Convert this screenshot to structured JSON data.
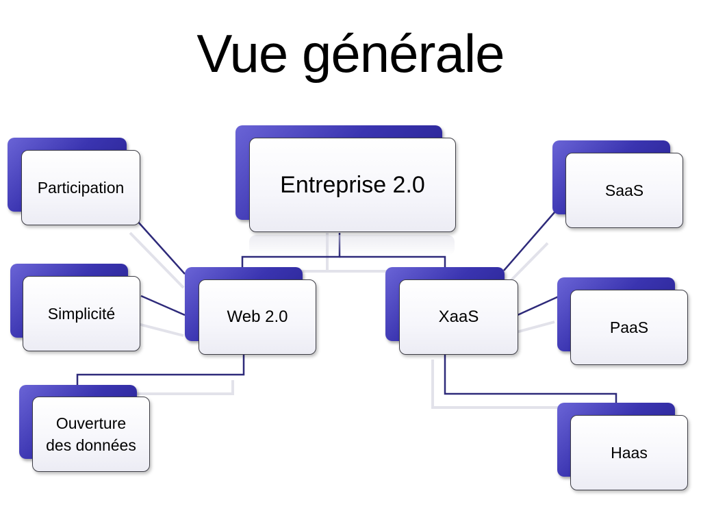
{
  "slide": {
    "title": "Vue générale"
  },
  "nodes": {
    "root": "Entreprise 2.0",
    "web20": "Web 2.0",
    "xaas": "XaaS",
    "participation": "Participation",
    "simplicite": "Simplicité",
    "ouverture": "Ouverture\ndes données",
    "saas": "SaaS",
    "paas": "PaaS",
    "haas": "Haas"
  },
  "colors": {
    "node_accent": "#3a34b0",
    "connector": "#2e2a7a",
    "node_fill": "#ffffff"
  }
}
